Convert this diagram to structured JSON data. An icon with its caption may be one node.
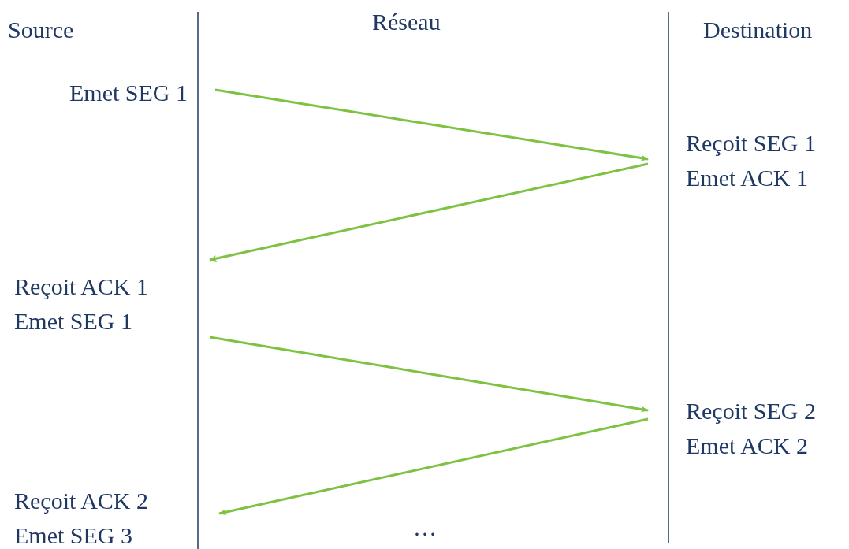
{
  "diagram": {
    "nodes": [
      {
        "text": [
          "Emet SEG 1"
        ]
      },
      {
        "text": [
          "Reçoit SEG 1",
          "Emet ACK 1"
        ]
      },
      {
        "text": [
          "Reçoit ACK 1",
          "Emet SEG 1"
        ]
      },
      {
        "text": [
          "Reçoit SEG 2",
          "Emet ACK 2"
        ]
      },
      {
        "text": [
          "Reçoit ACK 2",
          "Emet SEG 3"
        ]
      }
    ],
    "edges": [
      {
        "from": 0,
        "to": 1,
        "arrow": "to"
      },
      {
        "from": 1,
        "to": 2,
        "arrow": "to"
      },
      {
        "from": 2,
        "to": 3,
        "arrow": "to"
      },
      {
        "from": 3,
        "to": 4,
        "arrow": "to"
      }
    ],
    "labels": [
      "Source",
      "Réseau",
      "Destination",
      "…"
    ]
  }
}
